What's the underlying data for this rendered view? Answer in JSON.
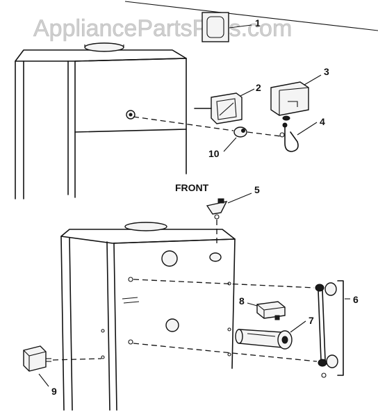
{
  "watermark": "AppliancePartsPros.com",
  "front_label": "FRONT",
  "callouts": {
    "c1": "1",
    "c2": "2",
    "c3": "3",
    "c4": "4",
    "c5": "5",
    "c6": "6",
    "c7": "7",
    "c8": "8",
    "c9": "9",
    "c10": "10"
  }
}
